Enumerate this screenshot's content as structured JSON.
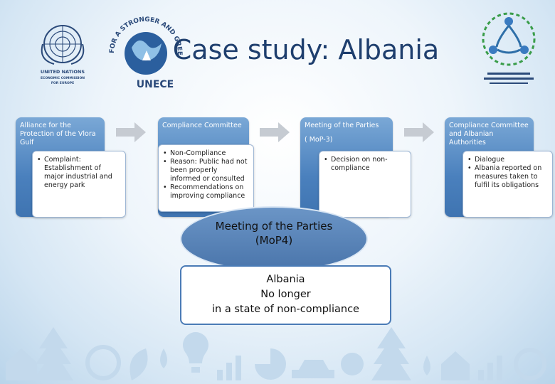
{
  "slide": {
    "title": "Case study: Albania"
  },
  "logos": {
    "un": "UNITED NATIONS ECONOMIC COMMISSION FOR EUROPE",
    "unece_ring": "FOR A STRONGER AND GREENER ECONOMY",
    "unece_mark": "UNECE"
  },
  "stages": [
    {
      "heading": "Alliance for the Protection of the Vlora Gulf",
      "bullets": [
        "Complaint: Establishment of major industrial and energy park"
      ]
    },
    {
      "heading": "Compliance Committee",
      "bullets": [
        "Non-Compliance",
        "Reason: Public had not been properly informed or consulted",
        "Recommendations on improving compliance"
      ]
    },
    {
      "heading": "Meeting of the Parties",
      "subheading": "( MoP-3)",
      "bullets": [
        "Decision on non-compliance"
      ]
    },
    {
      "heading": "Compliance Committee and Albanian Authorities",
      "bullets": [
        "Dialogue",
        "Albania reported on measures taken to fulfil its obligations"
      ]
    }
  ],
  "mop4": {
    "line1": "Meeting of the Parties",
    "line2": "(MoP4)"
  },
  "result": {
    "line1": "Albania",
    "line2": "No longer",
    "line3": "in a state of non-compliance"
  },
  "colors": {
    "stage_blue": "#4a80bd",
    "title_blue": "#1f3f6e",
    "icon_blue": "#c3d9ec"
  }
}
